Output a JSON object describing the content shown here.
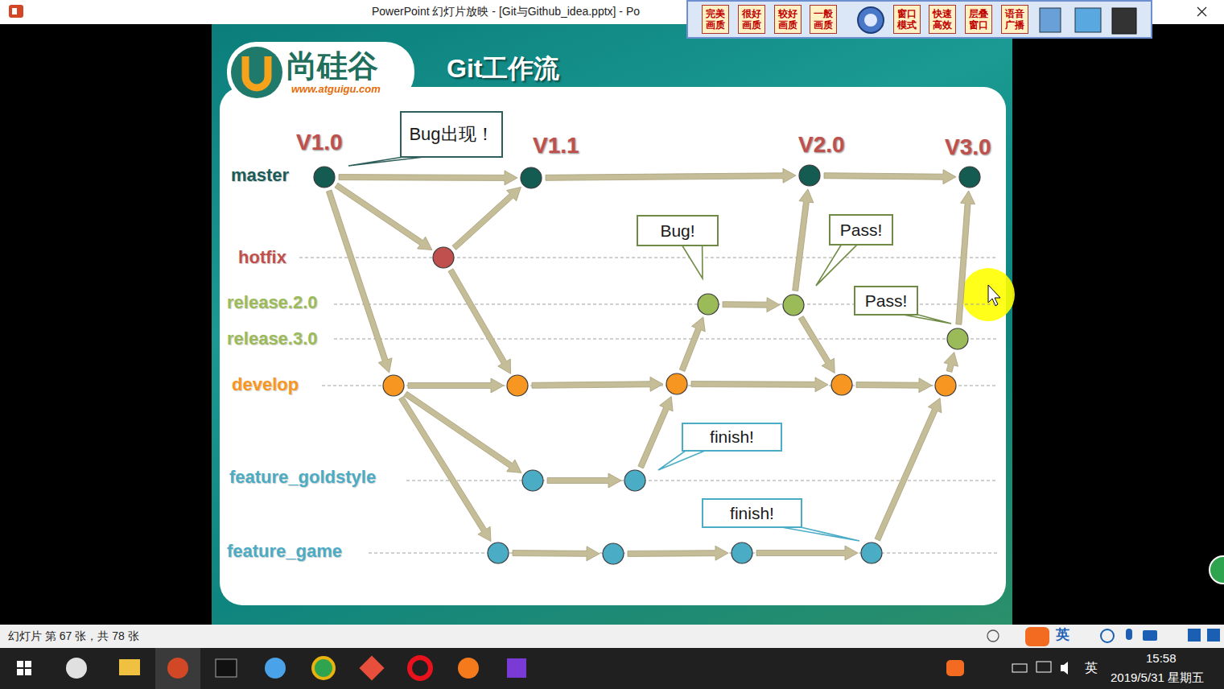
{
  "diagram": {
    "title": "Git工作流",
    "nodes": [
      {
        "text": [
          "Bug出现！"
        ]
      },
      {
        "text": [
          "Bug!"
        ]
      },
      {
        "text": [
          "Pass!"
        ]
      },
      {
        "text": [
          "Pass!"
        ]
      },
      {
        "text": [
          "finish!"
        ]
      },
      {
        "text": [
          "finish!"
        ]
      }
    ],
    "labels": [
      "PowerPoint 幻灯片放映 - [Git与Github_idea.pptx] - Po",
      "完美画质",
      "很好画质",
      "较好画质",
      "一般画质",
      "窗口模式",
      "快速高效",
      "层叠窗口",
      "语音广播",
      "尚硅谷",
      "www.atguigu.com",
      "V1.0",
      "V1.1",
      "V2.0",
      "V3.0",
      "master",
      "hotfix",
      "release.2.0",
      "release.3.0",
      "develop",
      "feature_goldstyle",
      "feature_game",
      "幻灯片 第 67 张，共 78 张",
      "英",
      "英",
      "15:58",
      "2019/5/31 星期五"
    ]
  }
}
